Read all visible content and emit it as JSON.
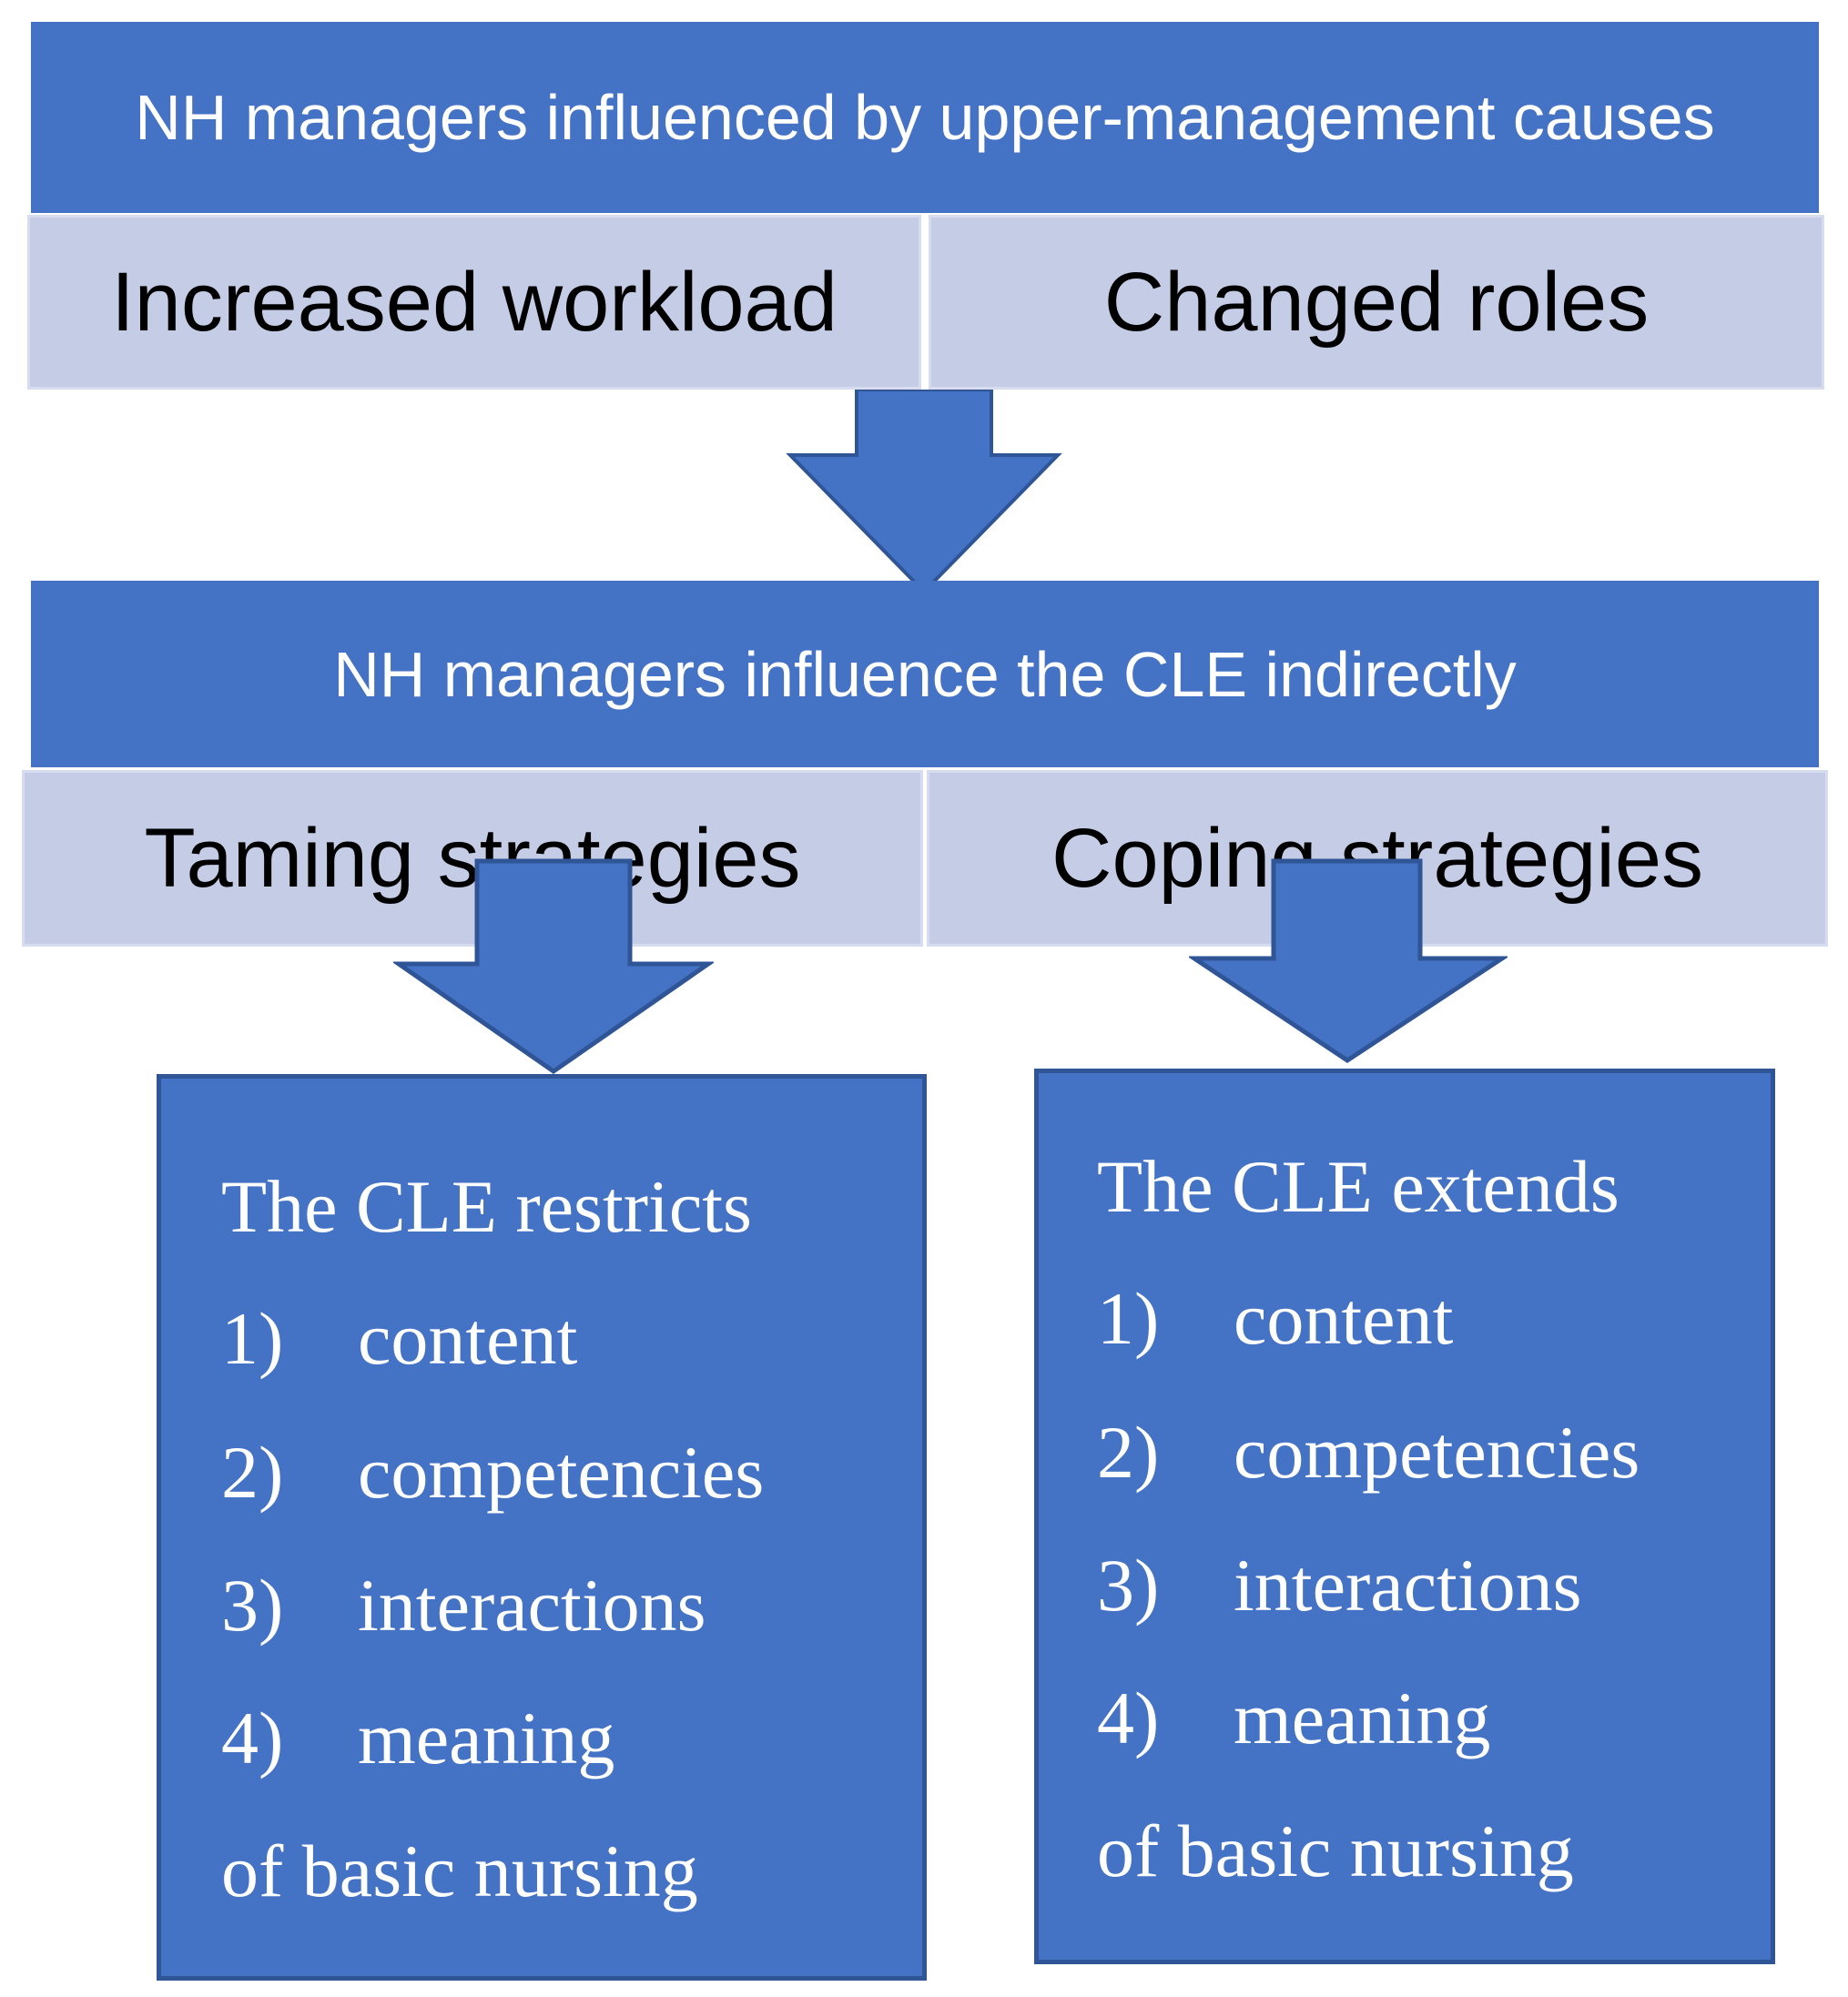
{
  "top": {
    "title": "NH managers influenced by upper-management causes",
    "left": "Increased workload",
    "right": "Changed roles"
  },
  "middle": {
    "title": "NH managers influence the CLE indirectly",
    "left": "Taming strategies",
    "right": "Coping strategies"
  },
  "left_result": {
    "heading": "The CLE restricts",
    "items": [
      {
        "num": "1)",
        "text": "content"
      },
      {
        "num": "2)",
        "text": "competencies"
      },
      {
        "num": "3)",
        "text": "interactions"
      },
      {
        "num": "4)",
        "text": "meaning"
      }
    ],
    "footer": "of basic nursing"
  },
  "right_result": {
    "heading": "The CLE extends",
    "items": [
      {
        "num": "1)",
        "text": "content"
      },
      {
        "num": "2)",
        "text": "competencies"
      },
      {
        "num": "3)",
        "text": "interactions"
      },
      {
        "num": "4)",
        "text": "meaning"
      }
    ],
    "footer": "of basic nursing"
  },
  "colors": {
    "primary": "#4472C4",
    "light": "#C5CDE6",
    "border": "#2F5597"
  }
}
